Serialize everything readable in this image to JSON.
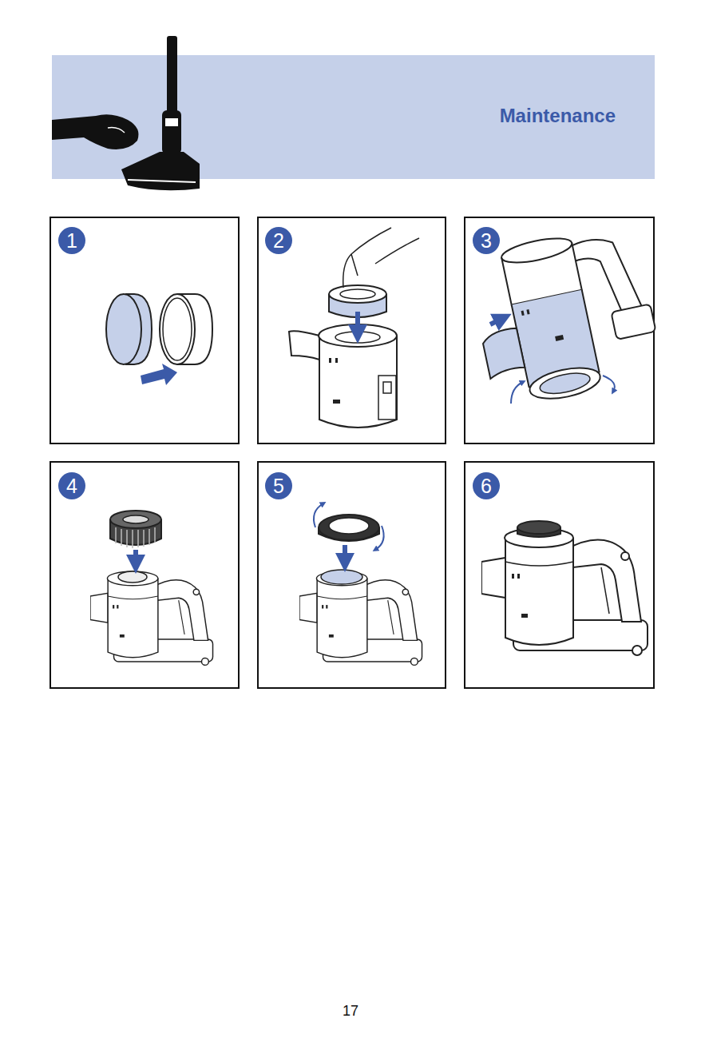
{
  "diagram": {
    "nodes": [
      {
        "text": [
          "Maintenance"
        ]
      },
      {
        "text": [
          "1"
        ]
      },
      {
        "text": [
          "2"
        ]
      },
      {
        "text": [
          "3"
        ]
      },
      {
        "text": [
          "4"
        ]
      },
      {
        "text": [
          "5"
        ]
      },
      {
        "text": [
          "6"
        ]
      }
    ],
    "labels": [
      "17"
    ]
  }
}
